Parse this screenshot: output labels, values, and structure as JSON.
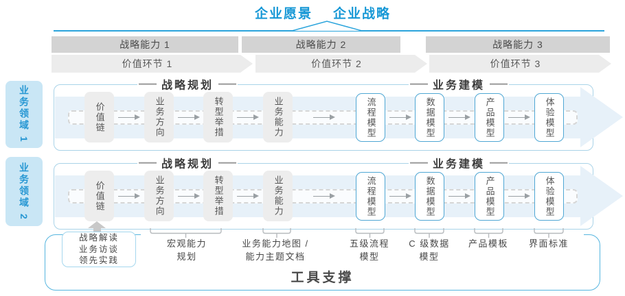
{
  "title": {
    "part1": "企业愿景",
    "part2": "企业战略"
  },
  "capability_bars": [
    "战略能力 1",
    "战略能力 2",
    "战略能力 3"
  ],
  "value_chevrons": [
    "价值环节 1",
    "价值环节 2",
    "价值环节 3"
  ],
  "domains": [
    "业务领域 1",
    "业务领域 2"
  ],
  "band": {
    "planning_header": "战略规划",
    "modeling_header": "业务建模",
    "gray_boxes": [
      "价值链",
      "业务方向",
      "转型举措",
      "业务能力"
    ],
    "white_boxes": [
      "流程模型",
      "数据模型",
      "产品模型",
      "体验模型"
    ]
  },
  "annotations": {
    "practice_box": "战略解读\n业务访谈\n领先实践",
    "labels": [
      "宏观能力\n规划",
      "业务能力地图 /\n能力主题文档",
      "五级流程\n模型",
      "C 级数据\n模型",
      "产品模板",
      "界面标准"
    ]
  },
  "tool_support": "工具支撑",
  "colors": {
    "accent_blue": "#1798d6",
    "line_blue": "#2aa4dc",
    "band_border": "#a9d3e8",
    "white_box_border": "#4fa7d4",
    "flow_fill": "#e7f1f9",
    "tab_bg": "#c9e6f5",
    "bar_gray": "#d3d3d3",
    "tool_border": "#55b5df"
  }
}
